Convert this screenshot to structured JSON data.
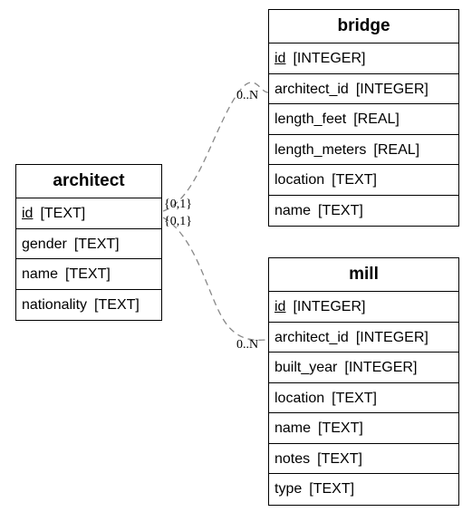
{
  "diagram": {
    "entities": {
      "architect": {
        "name": "architect",
        "columns": [
          {
            "name": "id",
            "type": "[TEXT]",
            "pk": true
          },
          {
            "name": "gender",
            "type": "[TEXT]",
            "pk": false
          },
          {
            "name": "name",
            "type": "[TEXT]",
            "pk": false
          },
          {
            "name": "nationality",
            "type": "[TEXT]",
            "pk": false
          }
        ]
      },
      "bridge": {
        "name": "bridge",
        "columns": [
          {
            "name": "id",
            "type": "[INTEGER]",
            "pk": true
          },
          {
            "name": "architect_id",
            "type": "[INTEGER]",
            "pk": false
          },
          {
            "name": "length_feet",
            "type": "[REAL]",
            "pk": false
          },
          {
            "name": "length_meters",
            "type": "[REAL]",
            "pk": false
          },
          {
            "name": "location",
            "type": "[TEXT]",
            "pk": false
          },
          {
            "name": "name",
            "type": "[TEXT]",
            "pk": false
          }
        ]
      },
      "mill": {
        "name": "mill",
        "columns": [
          {
            "name": "id",
            "type": "[INTEGER]",
            "pk": true
          },
          {
            "name": "architect_id",
            "type": "[INTEGER]",
            "pk": false
          },
          {
            "name": "built_year",
            "type": "[INTEGER]",
            "pk": false
          },
          {
            "name": "location",
            "type": "[TEXT]",
            "pk": false
          },
          {
            "name": "name",
            "type": "[TEXT]",
            "pk": false
          },
          {
            "name": "notes",
            "type": "[TEXT]",
            "pk": false
          },
          {
            "name": "type",
            "type": "[TEXT]",
            "pk": false
          }
        ]
      }
    },
    "relationships": [
      {
        "from": "architect",
        "to": "bridge",
        "from_cardinality": "{0,1}",
        "to_cardinality": "0..N"
      },
      {
        "from": "architect",
        "to": "mill",
        "from_cardinality": "{0,1}",
        "to_cardinality": "0..N"
      }
    ],
    "line_color": "#888888"
  }
}
